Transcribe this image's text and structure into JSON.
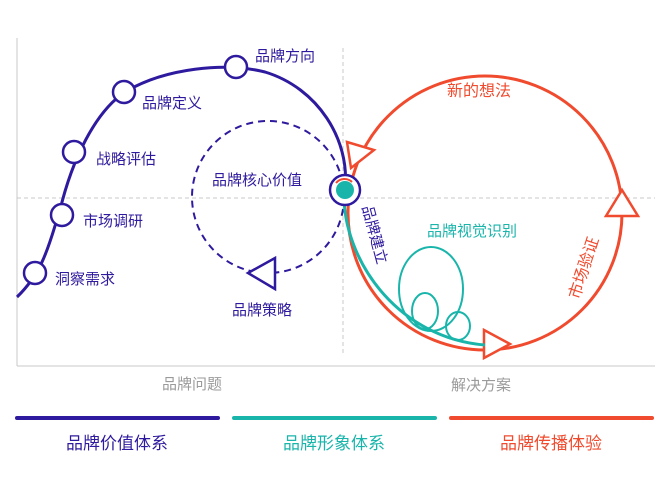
{
  "colors": {
    "purple": "#2e1a9e",
    "teal": "#19b5ab",
    "orange": "#f04b2e",
    "grid": "#c8c8c8",
    "axis_label": "#9a9a9a"
  },
  "left_arc": {
    "milestones": [
      "洞察需求",
      "市场调研",
      "战略评估",
      "品牌定义",
      "品牌方向"
    ],
    "dashed_loop_label": "品牌核心价值",
    "dashed_arrow_label": "品牌策略"
  },
  "right_loop": {
    "top_label": "新的想法",
    "side_label": "市场验证",
    "teal_label": "品牌建立",
    "inner_label": "品牌视觉识别"
  },
  "axis": {
    "left_label": "品牌问题",
    "right_label": "解决方案"
  },
  "legend": [
    {
      "label": "品牌价值体系",
      "color": "#2e1a9e"
    },
    {
      "label": "品牌形象体系",
      "color": "#19b5ab"
    },
    {
      "label": "品牌传播体验",
      "color": "#f04b2e"
    }
  ]
}
